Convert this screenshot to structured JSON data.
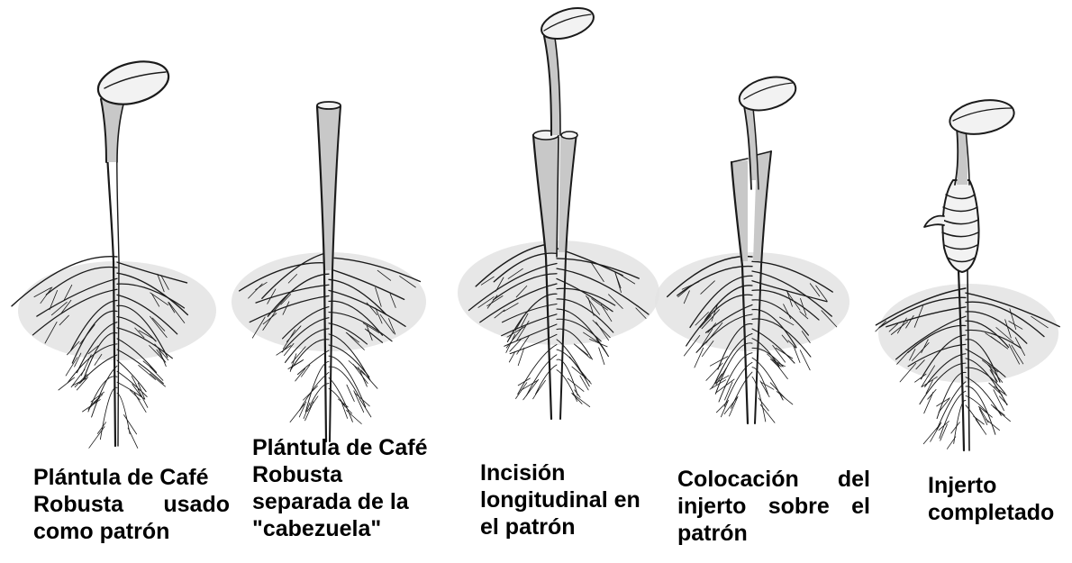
{
  "figure": {
    "colors": {
      "ink": "#1a1a1a",
      "shade": "#c8c8c8",
      "root_shadow": "#e3e3e3",
      "seed_fill": "#f2f2f2",
      "text": "#000000"
    },
    "stages": [
      {
        "id": "stage-1",
        "caption_lines": [
          [
            "Plántula de Café"
          ],
          [
            "Robusta",
            "usado"
          ],
          [
            "como patrón"
          ]
        ]
      },
      {
        "id": "stage-2",
        "caption_lines": [
          [
            "Plántula de Café"
          ],
          [
            "Robusta"
          ],
          [
            "separada de la"
          ],
          [
            "\"cabezuela\""
          ]
        ]
      },
      {
        "id": "stage-3",
        "caption_lines": [
          [
            "Incisión"
          ],
          [
            "longitudinal en"
          ],
          [
            "el patrón"
          ]
        ]
      },
      {
        "id": "stage-4",
        "caption_lines": [
          [
            "Colocación",
            "del"
          ],
          [
            "injerto",
            "sobre",
            "el"
          ],
          [
            "patrón"
          ]
        ]
      },
      {
        "id": "stage-5",
        "caption_lines": [
          [
            "Injerto"
          ],
          [
            "completado"
          ]
        ]
      }
    ]
  }
}
